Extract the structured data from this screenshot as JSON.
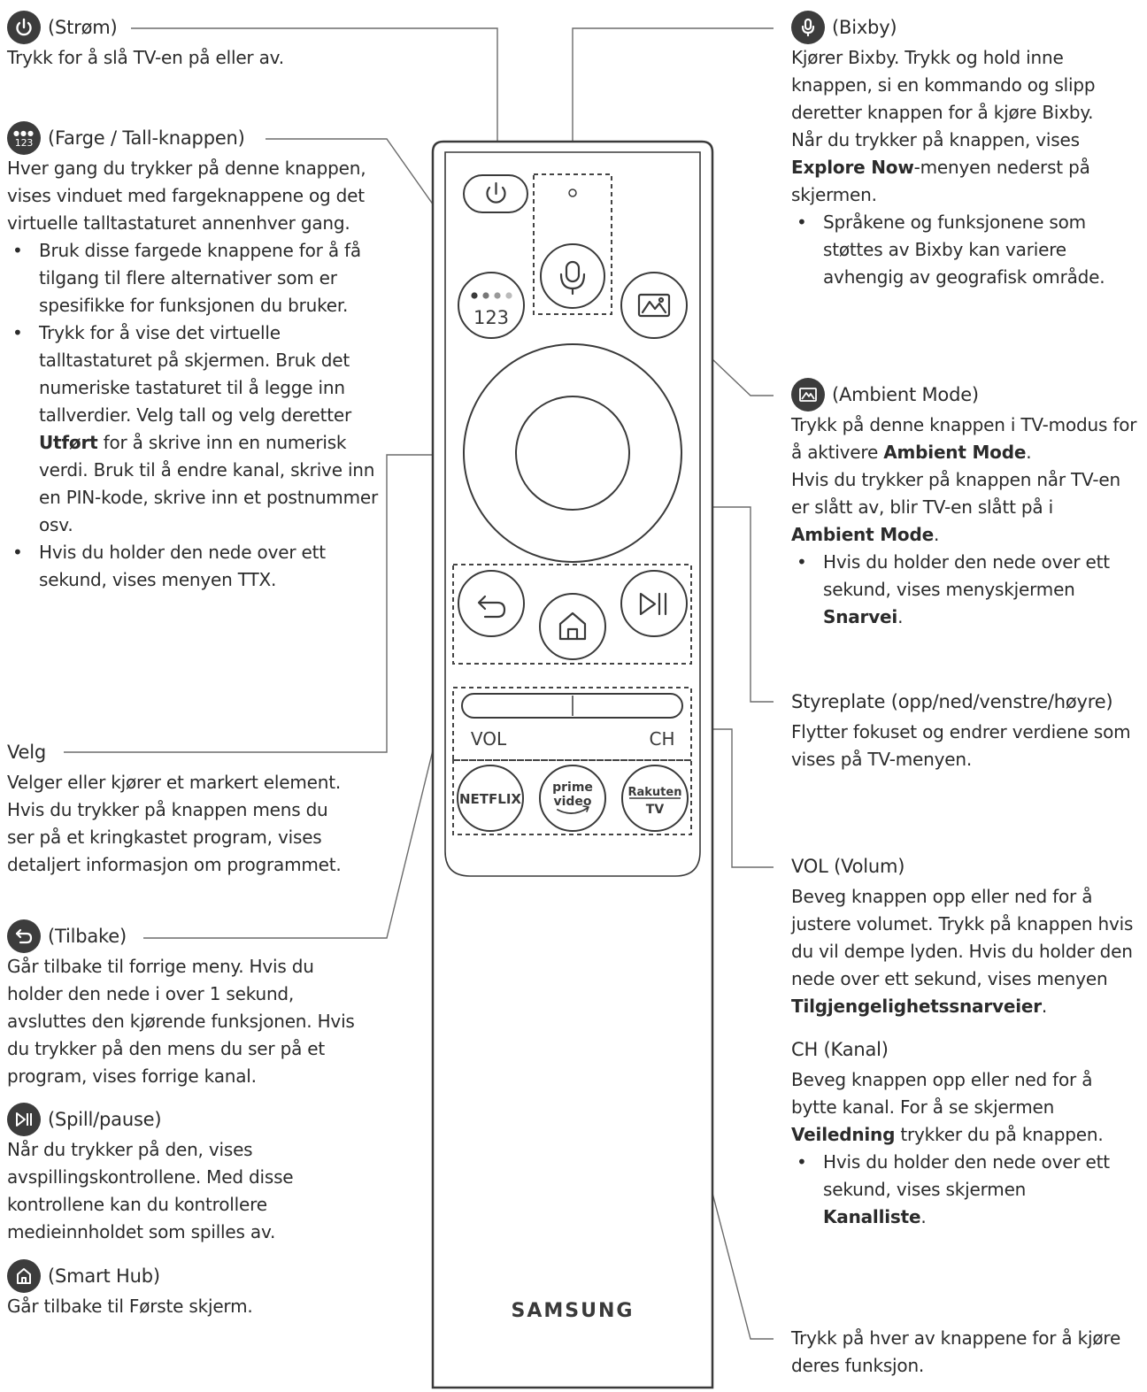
{
  "left": {
    "power": {
      "icon": "power-icon",
      "title": "(Strøm)",
      "desc": "Trykk for å slå TV-en på eller av."
    },
    "color": {
      "icon": "color-number-icon",
      "icon_text": "123",
      "title": "(Farge / Tall-knappen)",
      "desc": "Hver gang du trykker på denne knappen, vises vinduet med fargeknappene og det virtuelle talltastaturet annenhver gang.",
      "bullet1": "Bruk disse fargede knappene for å få tilgang til flere alternativer som er spesifikke for funksjonen du bruker.",
      "bullet2_a": "Trykk for å vise det virtuelle talltastaturet på skjermen. Bruk det numeriske tastaturet til å legge inn tallverdier. Velg tall og velg deretter ",
      "bullet2_b": "Utført",
      "bullet2_c": " for å skrive inn en numerisk verdi. Bruk til å endre kanal, skrive inn en PIN-kode, skrive inn et postnummer osv.",
      "bullet3": "Hvis du holder den nede over ett sekund, vises menyen TTX."
    },
    "select": {
      "title": "Velg",
      "desc": "Velger eller kjører et markert element. Hvis du trykker på knappen mens du ser på et kringkastet program, vises detaljert informasjon om programmet."
    },
    "back": {
      "icon": "back-icon",
      "title": "(Tilbake)",
      "desc": "Går tilbake til forrige meny. Hvis du holder den nede i over 1 sekund, avsluttes den kjørende funksjonen. Hvis du trykker på den mens du ser på et program, vises forrige kanal."
    },
    "play": {
      "icon": "play-pause-icon",
      "title": "(Spill/pause)",
      "desc": "Når du trykker på den, vises avspillingskontrollene. Med disse kontrollene kan du kontrollere medieinnholdet som spilles av."
    },
    "home": {
      "icon": "home-icon",
      "title": "(Smart Hub)",
      "desc": "Går tilbake til Første skjerm."
    }
  },
  "right": {
    "bixby": {
      "icon": "microphone-icon",
      "title": "(Bixby)",
      "desc_a": "Kjører Bixby. Trykk og hold inne knappen, si en kommando og slipp deretter knappen for å kjøre Bixby. Når du trykker på knappen, vises ",
      "desc_b": "Explore Now",
      "desc_c": "-menyen nederst på skjermen.",
      "bullet1": "Språkene og funksjonene som støttes av Bixby kan variere avhengig av geografisk område."
    },
    "ambient": {
      "icon": "ambient-mode-icon",
      "title": "(Ambient Mode)",
      "desc1_a": "Trykk på denne knappen i TV-modus for å aktivere ",
      "desc1_b": "Ambient Mode",
      "desc1_c": ".",
      "desc2_a": "Hvis du trykker på knappen når TV-en er slått av, blir TV-en slått på i ",
      "desc2_b": "Ambient Mode",
      "desc2_c": ".",
      "bullet1_a": "Hvis du holder den nede over ett sekund, vises menyskjermen ",
      "bullet1_b": "Snarvei",
      "bullet1_c": "."
    },
    "dpad": {
      "title": "Styreplate (opp/ned/venstre/høyre)",
      "desc": "Flytter fokuset og endrer verdiene som vises på TV-menyen."
    },
    "vol": {
      "title": "VOL (Volum)",
      "desc_a": "Beveg knappen opp eller ned for å justere volumet. Trykk på knappen hvis du vil dempe lyden. Hvis du holder den nede over ett sekund, vises menyen ",
      "desc_b": "Tilgjengelighetssnarveier",
      "desc_c": "."
    },
    "ch": {
      "title": "CH (Kanal)",
      "desc_a": "Beveg knappen opp eller ned for å bytte kanal. For å se skjermen ",
      "desc_b": "Veiledning",
      "desc_c": " trykker du på knappen.",
      "bullet1_a": "Hvis du holder den nede over ett sekund, vises skjermen ",
      "bullet1_b": "Kanalliste",
      "bullet1_c": "."
    },
    "apps": {
      "desc": "Trykk på hver av knappene for å kjøre deres funksjon."
    }
  },
  "remote": {
    "color_button_text": "123",
    "vol_label": "VOL",
    "ch_label": "CH",
    "app1": "NETFLIX",
    "app2_line1": "prime",
    "app2_line2": "video",
    "app3_line1": "Rakuten",
    "app3_line2": "TV",
    "brand": "SAMSUNG"
  }
}
